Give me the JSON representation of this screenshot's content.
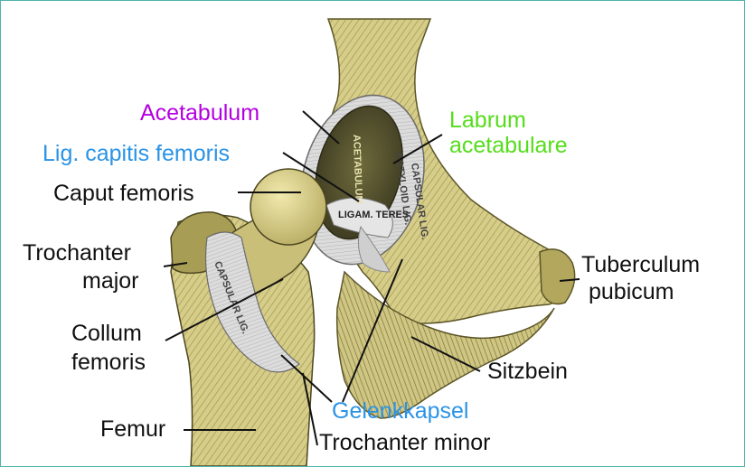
{
  "labels": {
    "acetabulum": "Acetabulum",
    "lig_capitis_femoris": "Lig. capitis femoris",
    "caput_femoris": "Caput femoris",
    "trochanter_major_1": "Trochanter",
    "trochanter_major_2": "major",
    "collum_femoris_1": "Collum",
    "collum_femoris_2": "femoris",
    "femur": "Femur",
    "labrum_1": "Labrum",
    "labrum_2": "acetabulare",
    "tuberculum_1": "Tuberculum",
    "tuberculum_2": "pubicum",
    "sitzbein": "Sitzbein",
    "gelenkkapsel": "Gelenkkapsel",
    "trochanter_minor": "Trochanter minor"
  },
  "engravings": {
    "acetabulum": "ACETABULUM",
    "ligam_teres": "LIGAM. TERES",
    "cotyloid_lig": "COTYLOID LIG.",
    "capsular_lig_right": "CAPSULAR LIG.",
    "capsular_lig_left": "CAPSULAR LIG."
  },
  "colors": {
    "purple_label": "#b400e0",
    "blue_label": "#2a93e6",
    "green_label": "#55dd1a",
    "black_label": "#111111",
    "bone": "#d9d08e",
    "bone_dark": "#6b6333",
    "capsule": "#cfcfcf",
    "frame_border": "#4fb3a9"
  }
}
